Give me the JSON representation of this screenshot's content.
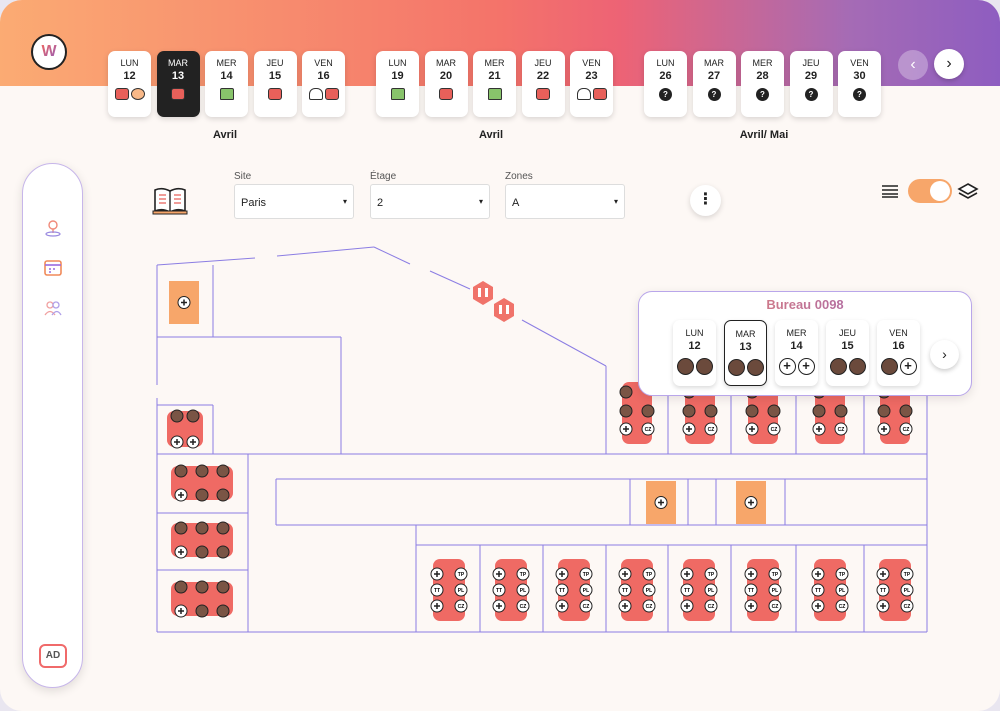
{
  "app": {
    "logo_letter": "W"
  },
  "week_groups": [
    {
      "month": "Avril",
      "days": [
        {
          "name": "LUN",
          "date": "12",
          "icons": [
            "briefcase-icon",
            "food-icon"
          ],
          "selected": false
        },
        {
          "name": "MAR",
          "date": "13",
          "icons": [
            "briefcase-icon"
          ],
          "selected": true
        },
        {
          "name": "MER",
          "date": "14",
          "icons": [
            "house-icon"
          ],
          "selected": false
        },
        {
          "name": "JEU",
          "date": "15",
          "icons": [
            "briefcase-icon"
          ],
          "selected": false
        },
        {
          "name": "VEN",
          "date": "16",
          "icons": [
            "car-icon",
            "briefcase-icon"
          ],
          "selected": false
        }
      ]
    },
    {
      "month": "Avril",
      "days": [
        {
          "name": "LUN",
          "date": "19",
          "icons": [
            "house-icon"
          ],
          "selected": false
        },
        {
          "name": "MAR",
          "date": "20",
          "icons": [
            "briefcase-icon"
          ],
          "selected": false
        },
        {
          "name": "MER",
          "date": "21",
          "icons": [
            "house-icon"
          ],
          "selected": false
        },
        {
          "name": "JEU",
          "date": "22",
          "icons": [
            "briefcase-icon"
          ],
          "selected": false
        },
        {
          "name": "VEN",
          "date": "23",
          "icons": [
            "car-icon",
            "briefcase-icon"
          ],
          "selected": false
        }
      ]
    },
    {
      "month": "Avril/ Mai",
      "days": [
        {
          "name": "LUN",
          "date": "26",
          "icons": [
            "question-icon"
          ],
          "selected": false
        },
        {
          "name": "MAR",
          "date": "27",
          "icons": [
            "question-icon"
          ],
          "selected": false
        },
        {
          "name": "MER",
          "date": "28",
          "icons": [
            "question-icon"
          ],
          "selected": false
        },
        {
          "name": "JEU",
          "date": "29",
          "icons": [
            "question-icon"
          ],
          "selected": false
        },
        {
          "name": "VEN",
          "date": "30",
          "icons": [
            "question-icon"
          ],
          "selected": false
        }
      ]
    }
  ],
  "question_mark": "?",
  "nav": {
    "prev_glyph": "‹",
    "next_glyph": "›"
  },
  "sidebar": {
    "items": [
      {
        "icon": "location-pin-icon"
      },
      {
        "icon": "calendar-icon"
      },
      {
        "icon": "people-icon"
      }
    ],
    "user_initials": "AD"
  },
  "filters": {
    "site": {
      "label": "Site",
      "value": "Paris"
    },
    "floor": {
      "label": "Étage",
      "value": "2"
    },
    "zone": {
      "label": "Zones",
      "value": "A"
    }
  },
  "toolbar": {
    "menu_glyph": "⋮",
    "view_toggle_on": true
  },
  "floorplan": {
    "desk_codes": [
      "TP",
      "TT",
      "PL",
      "CZ"
    ],
    "plus_glyph": "+"
  },
  "desk_popup": {
    "title": "Bureau 0098",
    "days": [
      {
        "name": "LUN",
        "date": "12",
        "slots": [
          "person",
          "person"
        ],
        "selected": false
      },
      {
        "name": "MAR",
        "date": "13",
        "slots": [
          "person",
          "person"
        ],
        "selected": true
      },
      {
        "name": "MER",
        "date": "14",
        "slots": [
          "add",
          "add"
        ],
        "selected": false
      },
      {
        "name": "JEU",
        "date": "15",
        "slots": [
          "person",
          "person"
        ],
        "selected": false
      },
      {
        "name": "VEN",
        "date": "16",
        "slots": [
          "person",
          "add"
        ],
        "selected": false
      }
    ],
    "next_glyph": "›"
  },
  "colors": {
    "accent_orange": "#f7a66a",
    "desk_red": "#ef6a64",
    "wall_purple": "#8b7de3"
  }
}
